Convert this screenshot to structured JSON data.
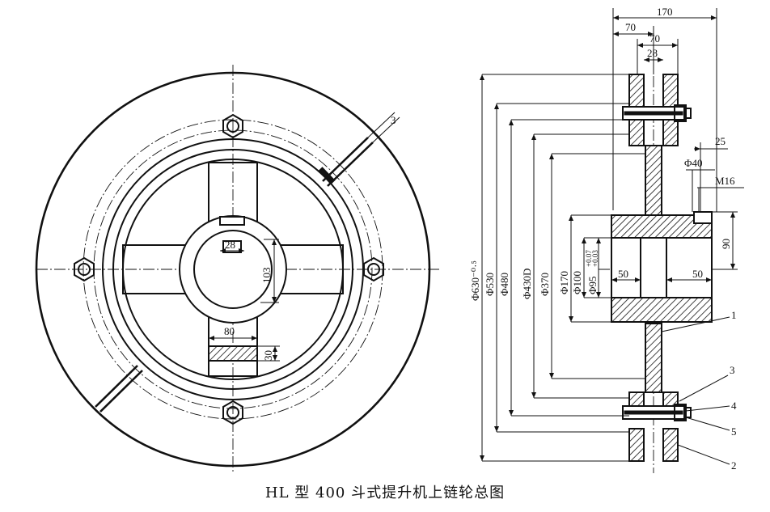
{
  "caption": "HL 型 400 斗式提升机上链轮总图",
  "front_view": {
    "dims": {
      "keyway": "28",
      "hub_depth": "103",
      "spoke_width": "80",
      "spoke_thickness": "30",
      "slot_width": "3"
    }
  },
  "side_view": {
    "dims": {
      "overall_width": "170",
      "half_width_a": "70",
      "half_width_b": "70",
      "keyway_width": "28",
      "d630": "Φ630⁻⁰·⁵",
      "d530": "Φ530",
      "d480": "Φ480",
      "d430": "Φ430D",
      "d370": "Φ370",
      "d170": "Φ170",
      "d100": "Φ100",
      "d95": "Φ95",
      "d95_tol_upper": "+0.07",
      "d95_tol_lower": "+0.03",
      "hub_half_left": "50",
      "hub_half_right": "50",
      "bolt_offset": "25",
      "boss_diameter": "Φ40",
      "thread": "M16",
      "hub_height": "90"
    },
    "callouts": [
      "1",
      "3",
      "4",
      "5",
      "2"
    ]
  }
}
